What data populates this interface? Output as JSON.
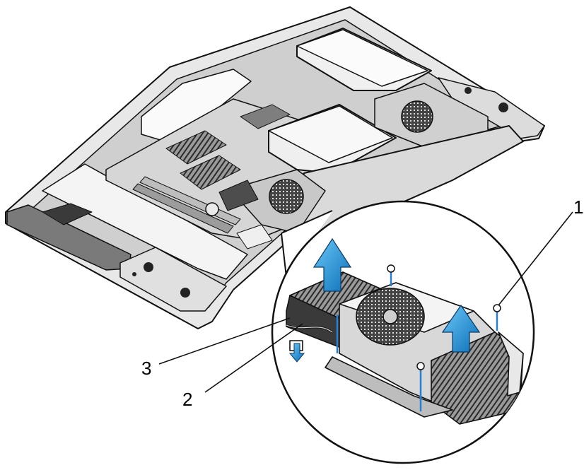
{
  "callouts": [
    {
      "id": "1",
      "label": "1"
    },
    {
      "id": "2",
      "label": "2"
    },
    {
      "id": "3",
      "label": "3"
    }
  ],
  "colors": {
    "line": "#111111",
    "arrow_light": "#4fb7f0",
    "arrow_dark": "#0b6fb8",
    "screw_pin": "#2a7fd0",
    "shade_light": "#d9d9d9",
    "shade_mid": "#b3b3b3",
    "shade_dark": "#555555"
  },
  "icons": [
    "up-arrow-icon",
    "down-arrow-icon",
    "screw-icon",
    "fan-icon"
  ]
}
